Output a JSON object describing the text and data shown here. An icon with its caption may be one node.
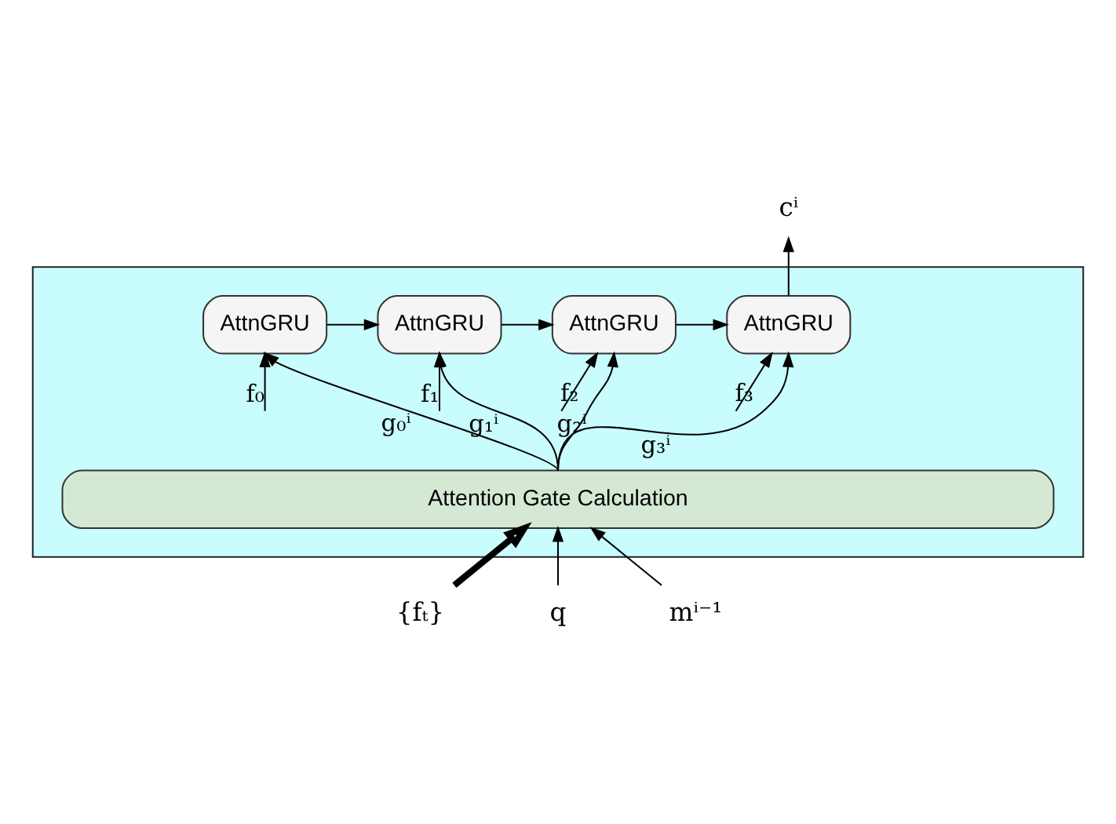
{
  "diagram": {
    "nodes": [
      {
        "text": [],
        "shape": "box"
      },
      {
        "text": [
          "AttnGRU"
        ],
        "in": 0
      },
      {
        "text": [
          "AttnGRU"
        ],
        "in": 0
      },
      {
        "text": [
          "AttnGRU"
        ],
        "in": 0
      },
      {
        "text": [
          "AttnGRU"
        ],
        "in": 0
      },
      {
        "text": [
          "Attention Gate Calculation"
        ],
        "in": 0
      },
      {
        "text": [
          "cⁱ"
        ]
      },
      {
        "text": [
          "{fₜ}"
        ]
      },
      {
        "text": [
          "q"
        ]
      },
      {
        "text": [
          "mⁱ⁻¹"
        ]
      }
    ],
    "edges": [
      {
        "from": 1,
        "to": 2,
        "arrow": "to"
      },
      {
        "from": 2,
        "to": 3,
        "arrow": "to"
      },
      {
        "from": 3,
        "to": 4,
        "arrow": "to"
      },
      {
        "from": 4,
        "to": 6,
        "arrow": "to"
      },
      {
        "from": null,
        "to": 1,
        "arrow": "to",
        "label": "f₀"
      },
      {
        "from": 5,
        "to": 1,
        "arrow": "to",
        "label": "g₀ⁱ"
      },
      {
        "from": null,
        "to": 2,
        "arrow": "to",
        "label": "f₁"
      },
      {
        "from": 5,
        "to": 2,
        "arrow": "to",
        "label": "g₁ⁱ"
      },
      {
        "from": null,
        "to": 3,
        "arrow": "to",
        "label": "f₂"
      },
      {
        "from": 5,
        "to": 3,
        "arrow": "to",
        "label": "g₂ⁱ"
      },
      {
        "from": null,
        "to": 4,
        "arrow": "to",
        "label": "f₃"
      },
      {
        "from": 5,
        "to": 4,
        "arrow": "to",
        "label": "g₃ⁱ"
      },
      {
        "from": 7,
        "to": 5,
        "arrow": "to",
        "style": "thick"
      },
      {
        "from": 8,
        "to": 5,
        "arrow": "to"
      },
      {
        "from": 9,
        "to": 5,
        "arrow": "to"
      }
    ]
  }
}
